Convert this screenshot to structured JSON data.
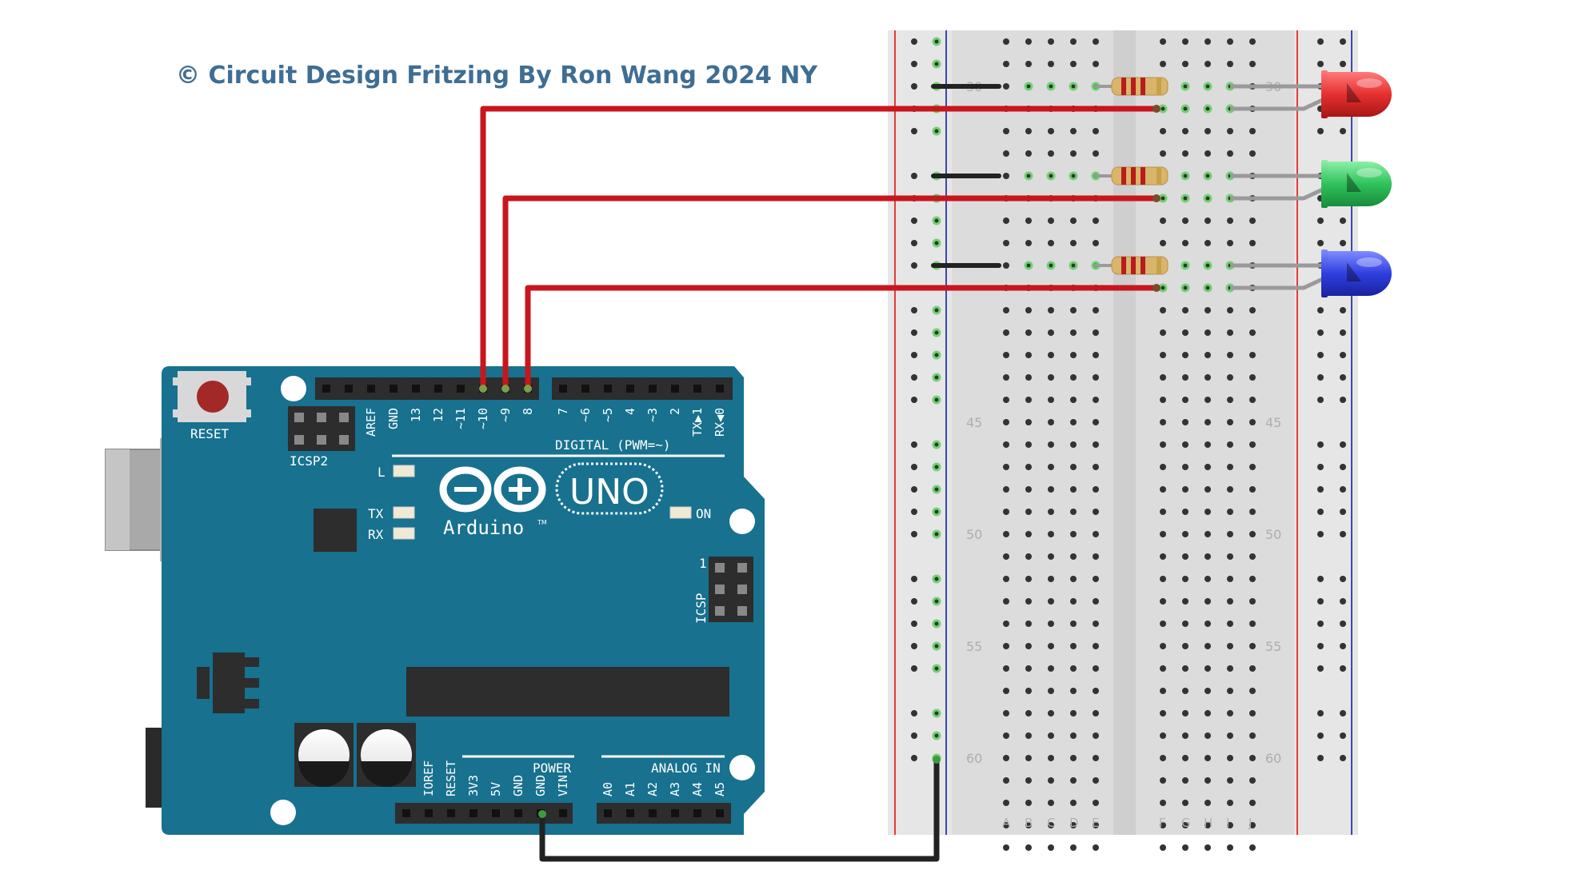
{
  "credit": "© Circuit Design Fritzing  By Ron Wang 2024 NY",
  "colors": {
    "board": "#17718f",
    "board_edge": "#0f5a73",
    "header": "#2d2d2d",
    "wire_signal": "#c7161d",
    "wire_ground": "#222222",
    "breadboard": "#dcdcdc",
    "rail_red": "#e53935",
    "rail_blue": "#3949ab",
    "led_red": "#e53030",
    "led_green": "#2fc25c",
    "led_blue": "#2f3fe0",
    "resistor_body": "#d9b56b",
    "hole_active": "#6fd36f"
  },
  "board": {
    "reset": "RESET",
    "icsp2": "ICSP2",
    "digital": "DIGITAL (PWM=~)",
    "brand": "Arduino",
    "tm": "TM",
    "model": "UNO",
    "on": "ON",
    "led_l": "L",
    "tx": "TX",
    "rx": "RX",
    "icsp": "ICSP",
    "icsp_pin1": "1",
    "power": "POWER",
    "analog": "ANALOG IN",
    "digital_pins": [
      "AREF",
      "GND",
      "13",
      "12",
      "~11",
      "~10",
      "~9",
      "8",
      "7",
      "~6",
      "~5",
      "4",
      "~3",
      "2",
      "TX▶1",
      "RX◀0"
    ],
    "power_pins": [
      "IOREF",
      "RESET",
      "3V3",
      "5V",
      "GND",
      "GND",
      "VIN"
    ],
    "analog_pins": [
      "A0",
      "A1",
      "A2",
      "A3",
      "A4",
      "A5"
    ]
  },
  "breadboard": {
    "row_numbers": [
      "30",
      "45",
      "50",
      "55",
      "60"
    ],
    "left_columns": [
      "A",
      "B",
      "C",
      "D",
      "E"
    ],
    "right_columns": [
      "F",
      "G",
      "H",
      "I",
      "J"
    ]
  },
  "leds": [
    {
      "color": "red"
    },
    {
      "color": "green"
    },
    {
      "color": "blue"
    }
  ]
}
